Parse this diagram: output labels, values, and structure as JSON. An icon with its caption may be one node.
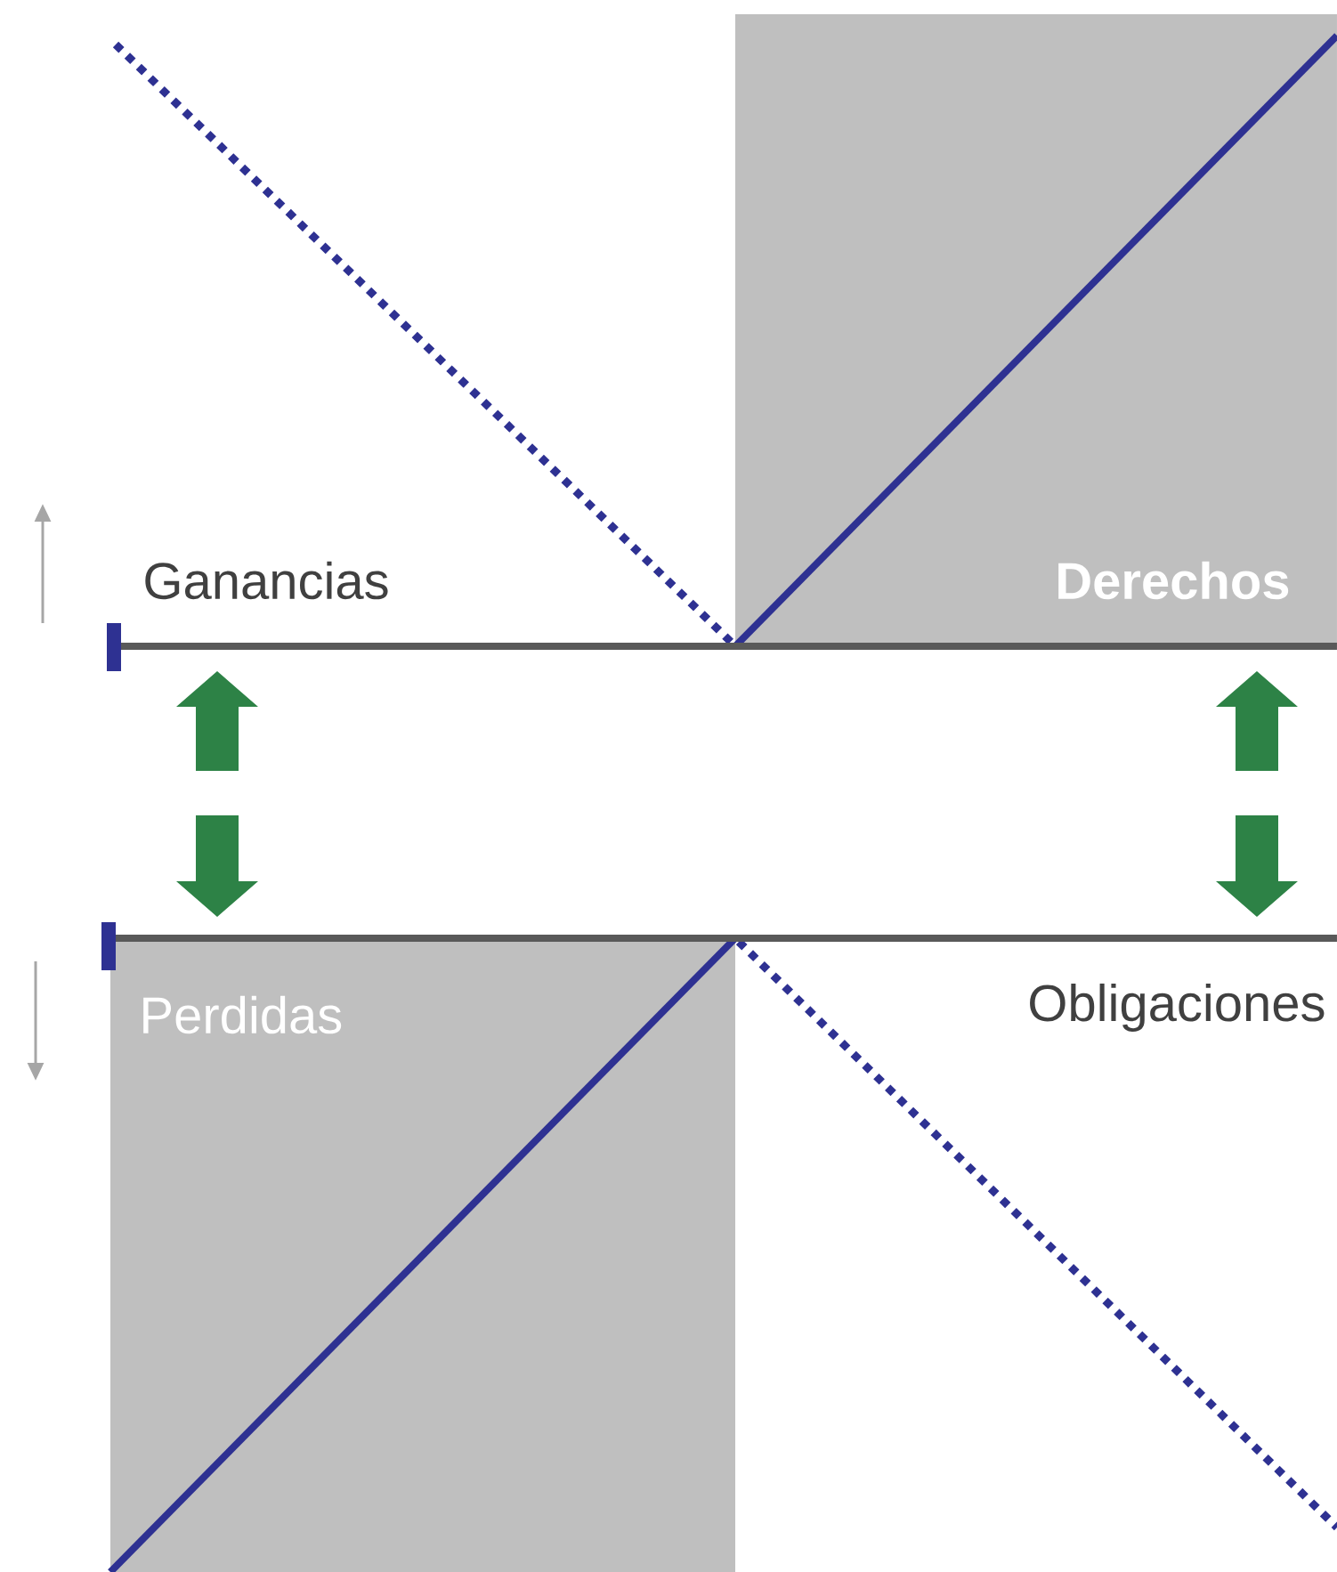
{
  "diagram": {
    "labels": [
      "Ganancias",
      "Derechos",
      "Perdidas",
      "Obligaciones"
    ]
  }
}
